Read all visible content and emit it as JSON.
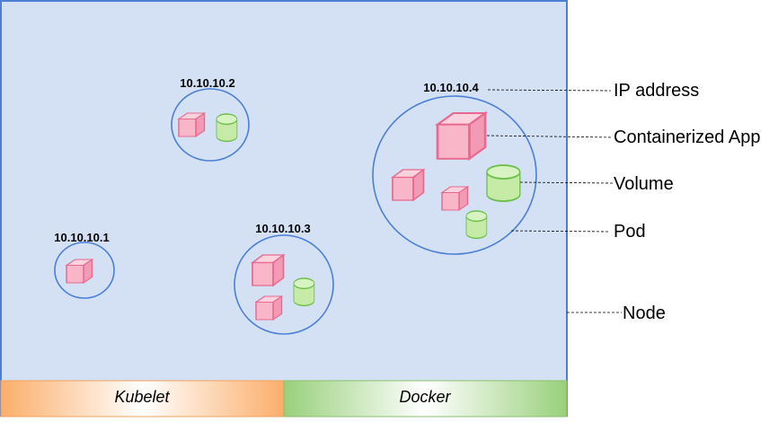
{
  "pods": [
    {
      "ip": "10.10.10.1"
    },
    {
      "ip": "10.10.10.2"
    },
    {
      "ip": "10.10.10.3"
    },
    {
      "ip": "10.10.10.4"
    }
  ],
  "legend": {
    "ip_address": "IP address",
    "containerized_app": "Containerized App",
    "volume": "Volume",
    "pod": "Pod",
    "node": "Node"
  },
  "bars": {
    "kubelet": "Kubelet",
    "docker": "Docker"
  },
  "colors": {
    "node_fill": "#d4e1f5",
    "node_border": "#4a7fd4",
    "container": "#f8b6c8",
    "volume": "#c6eba6",
    "kubelet_bar": "#fbb16c",
    "docker_bar": "#9ad27d"
  }
}
